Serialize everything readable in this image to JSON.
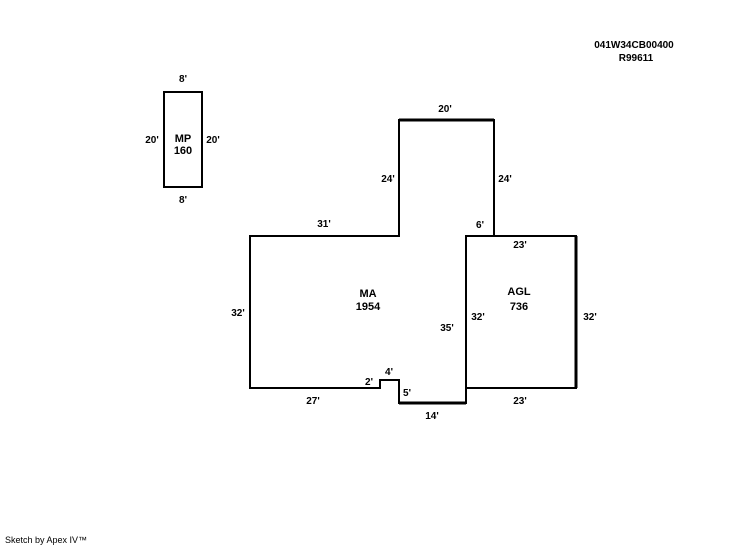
{
  "header": {
    "parcel_id": "041W34CB00400",
    "account": "R99611"
  },
  "footer": {
    "credit": "Sketch by Apex IV™"
  },
  "areas": {
    "mp": {
      "code": "MP",
      "sqft": "160",
      "top": "8'",
      "bottom": "8'",
      "left": "20'",
      "right": "20'"
    },
    "ma": {
      "code": "MA",
      "sqft": "1954",
      "top_left": "31'",
      "left": "32'",
      "bottom_left": "27'",
      "notch_left": "2'",
      "notch_top": "4'",
      "notch_right": "5'",
      "bottom": "14'",
      "right": "35'",
      "wing_left": "24'",
      "wing_top": "20'",
      "wing_right": "24'",
      "step": "6'"
    },
    "agl": {
      "code": "AGL",
      "sqft": "736",
      "top": "23'",
      "bottom": "23'",
      "left": "32'",
      "right": "32'"
    }
  }
}
